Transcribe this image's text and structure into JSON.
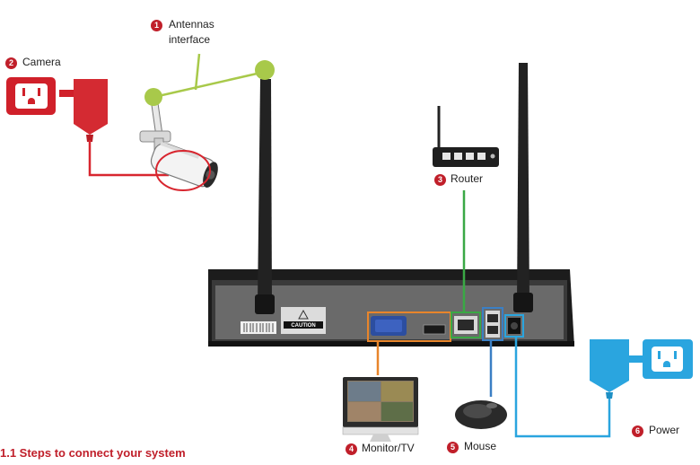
{
  "callouts": {
    "antennas": {
      "number": "1",
      "line1": "Antennas",
      "line2": "interface"
    },
    "camera": {
      "number": "2",
      "label": "Camera"
    },
    "router": {
      "number": "3",
      "label": "Router"
    },
    "monitor": {
      "number": "4",
      "label": "Monitor/TV"
    },
    "mouse": {
      "number": "5",
      "label": "Mouse"
    },
    "power": {
      "number": "6",
      "label": "Power"
    }
  },
  "device_text": {
    "caution": "CAUTION"
  },
  "section_title": "1.1 Steps to connect your system",
  "colors": {
    "antenna_line": "#a8c94a",
    "camera_line": "#d8262f",
    "router_line": "#3aa845",
    "monitor_line": "#e8852b",
    "mouse_line": "#3b7fc4",
    "power_line": "#2aa5df",
    "badge": "#c01f2a"
  }
}
